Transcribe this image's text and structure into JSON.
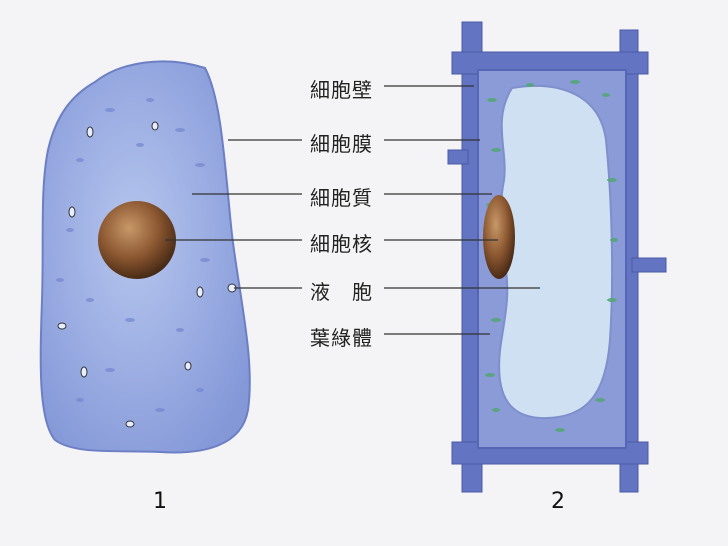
{
  "labels": {
    "cell_wall": "細胞壁",
    "cell_membrane": "細胞膜",
    "cytoplasm": "細胞質",
    "nucleus": "細胞核",
    "vacuole": "液　胞",
    "chloroplast": "葉綠體"
  },
  "figure_numbers": {
    "animal": "1",
    "plant": "2"
  },
  "colors": {
    "animal_cell": "#9aaee2",
    "plant_wall": "#5d70be",
    "vacuole": "#cfe0f2",
    "nucleus": "#7a4a2a",
    "chloroplast": "#55a678"
  }
}
